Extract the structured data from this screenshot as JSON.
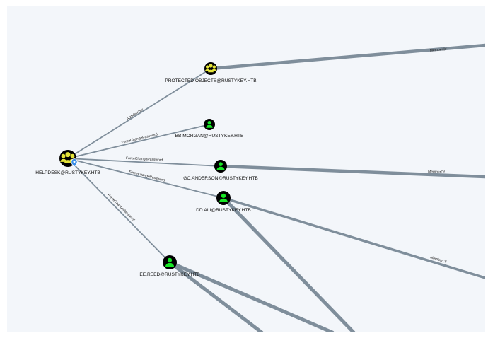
{
  "nodes": {
    "helpdesk": {
      "label": "HELPDESK@RUSTYKEY.HTB",
      "kind": "group"
    },
    "protected": {
      "label": "PROTECTED OBJECTS@RUSTYKEY.HTB",
      "kind": "group"
    },
    "bbmorgan": {
      "label": "BB.MORGAN@RUSTYKEY.HTB",
      "kind": "user"
    },
    "gcanderson": {
      "label": "GC.ANDERSON@RUSTYKEY.HTB",
      "kind": "user"
    },
    "ddali": {
      "label": "DD.ALI@RUSTYKEY.HTB",
      "kind": "user"
    },
    "eereed": {
      "label": "EE.REED@RUSTYKEY.HTB",
      "kind": "user"
    }
  },
  "edges": {
    "addmember": "AddMember",
    "fcp_bb": "ForceChangePassword",
    "fcp_gc": "ForceChangePassword",
    "fcp_dd": "ForceChangePassword",
    "fcp_ee": "ForceChangePassword",
    "memberof_protected": "MemberOf",
    "memberof_gc": "MemberOf",
    "memberof_dd": "MemberOf"
  },
  "colors": {
    "background": "#f3f6fa",
    "edge": "#7f8e9b",
    "group_icon": "#e4e43a",
    "user_icon": "#17e625",
    "node_fill": "#000000",
    "pin": "#3a8ee6"
  },
  "icons": {
    "group": "users-icon",
    "user": "user-icon",
    "owned_marker": "location-pin-icon"
  }
}
